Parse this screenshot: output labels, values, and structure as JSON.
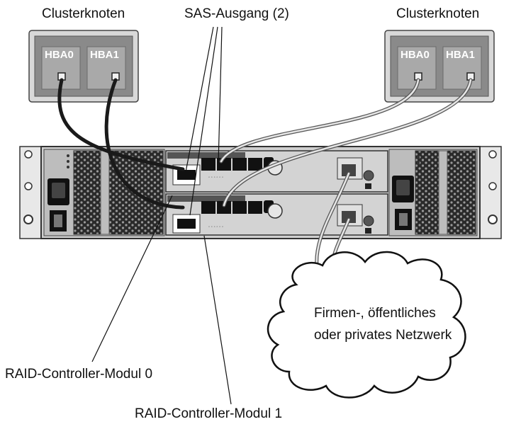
{
  "labels": {
    "cluster_node_left": "Clusterknoten",
    "cluster_node_right": "Clusterknoten",
    "sas_out": "SAS-Ausgang (2)",
    "raid_module_0": "RAID-Controller-Modul 0",
    "raid_module_1": "RAID-Controller-Modul 1",
    "network_line1": "Firmen-, öffentliches",
    "network_line2": "oder privates Netzwerk"
  },
  "hba_ports": {
    "left": [
      "HBA0",
      "HBA1"
    ],
    "right": [
      "HBA0",
      "HBA1"
    ]
  }
}
